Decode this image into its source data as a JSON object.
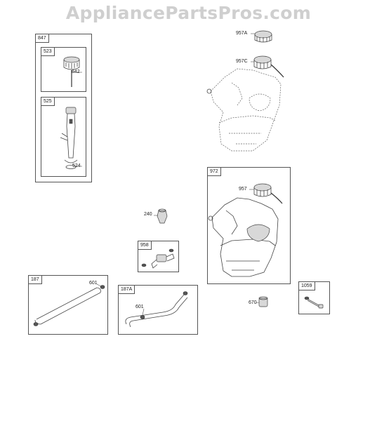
{
  "watermark": "AppliancePartsPros.com",
  "boxes": {
    "b847": "847",
    "b523": "523",
    "b525": "525",
    "b972": "972",
    "b958": "958",
    "b187": "187",
    "b187a": "187A",
    "b1059": "1059"
  },
  "labels": {
    "l842": "842",
    "l524": "524",
    "l957a": "957A",
    "l957c": "957C",
    "l957": "957",
    "l240": "240",
    "l601a": "601",
    "l601b": "601",
    "l670": "670"
  }
}
